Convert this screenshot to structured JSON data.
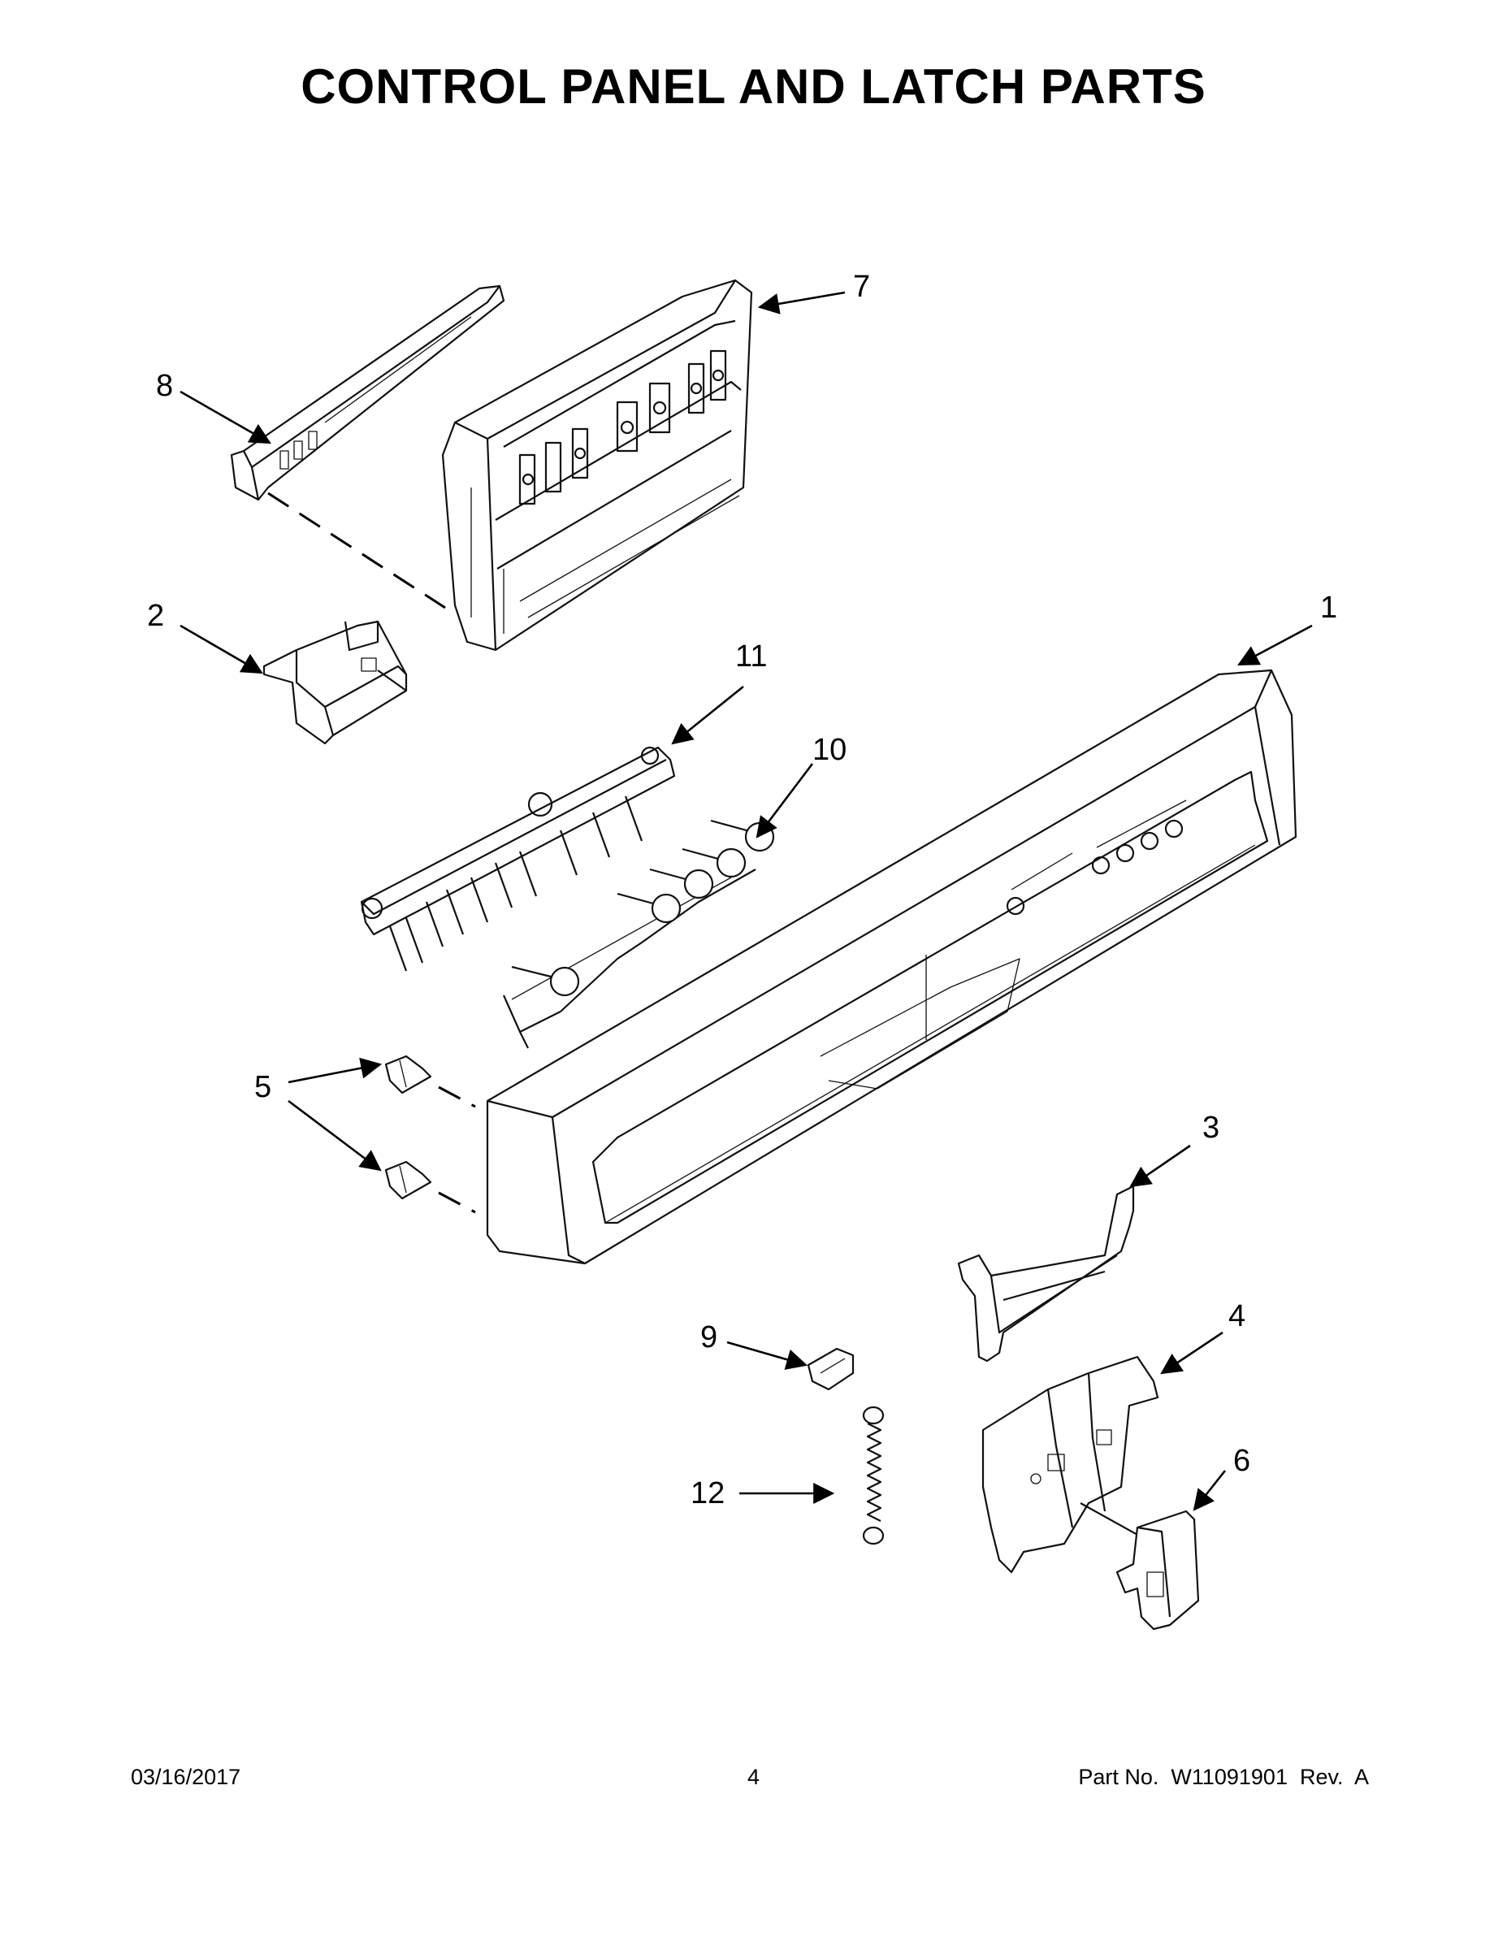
{
  "title": "CONTROL PANEL AND LATCH PARTS",
  "callouts": {
    "c1": "1",
    "c2": "2",
    "c3": "3",
    "c4": "4",
    "c5": "5",
    "c6": "6",
    "c7": "7",
    "c8": "8",
    "c9": "9",
    "c10": "10",
    "c11": "11",
    "c12": "12"
  },
  "footer": {
    "date": "03/16/2017",
    "page": "4",
    "part_number": "Part No.  W11091901  Rev.  A"
  }
}
